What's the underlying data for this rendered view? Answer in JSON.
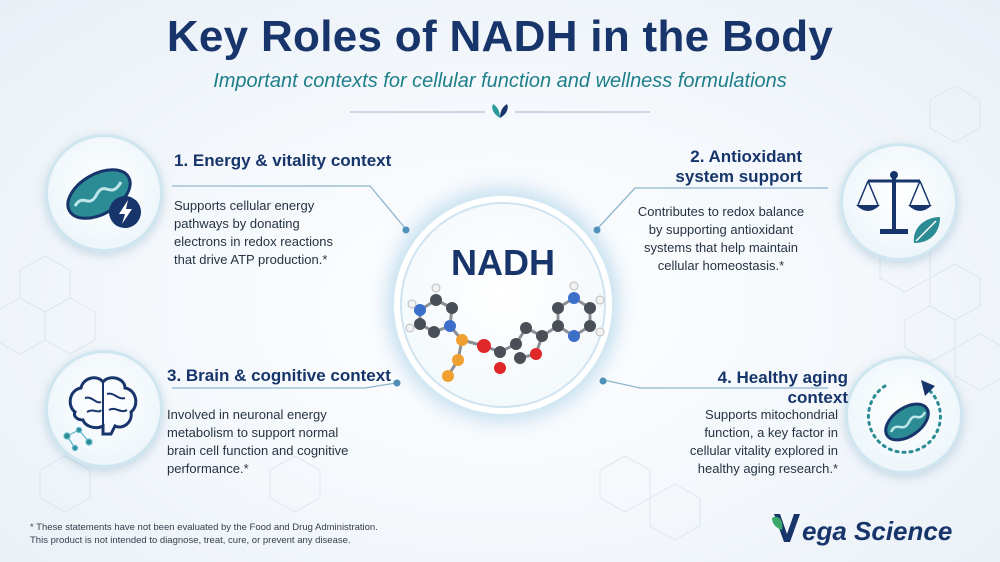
{
  "title": "Key Roles of NADH in the Body",
  "subtitle": "Important contexts for cellular function and wellness formulations",
  "center_label": "NADH",
  "roles": [
    {
      "heading": "1. Energy & vitality context",
      "body_lines": [
        "Supports cellular energy",
        "pathways by donating",
        "electrons in redox reactions",
        "that drive ATP production.*"
      ],
      "icon": "mitochondria-lightning-icon"
    },
    {
      "heading_lines": [
        "2. Antioxidant",
        "system support"
      ],
      "body_lines": [
        "Contributes to redox balance",
        "by supporting antioxidant",
        "systems that help maintain",
        "cellular homeostasis.*"
      ],
      "icon": "balance-scale-leaf-icon"
    },
    {
      "heading": "3. Brain & cognitive context",
      "body_lines": [
        "Involved in neuronal energy",
        "metabolism to support normal",
        "brain cell function and cognitive",
        "performance.*"
      ],
      "icon": "brain-icon"
    },
    {
      "heading": "4. Healthy aging context",
      "body_lines": [
        "Supports mitochondrial",
        "function, a key factor in",
        "cellular vitality explored in",
        "healthy aging research.*"
      ],
      "icon": "mitochondria-cycle-icon"
    }
  ],
  "footnote": [
    "* These statements have not been evaluated by the Food and Drug Administration.",
    "This product is not intended to diagnose, treat, cure, or prevent any disease."
  ],
  "logo": {
    "text": "Vega Science"
  },
  "colors": {
    "navy": "#17356b",
    "teal": "#1e7f8a",
    "icon_teal": "#2c8c95"
  }
}
